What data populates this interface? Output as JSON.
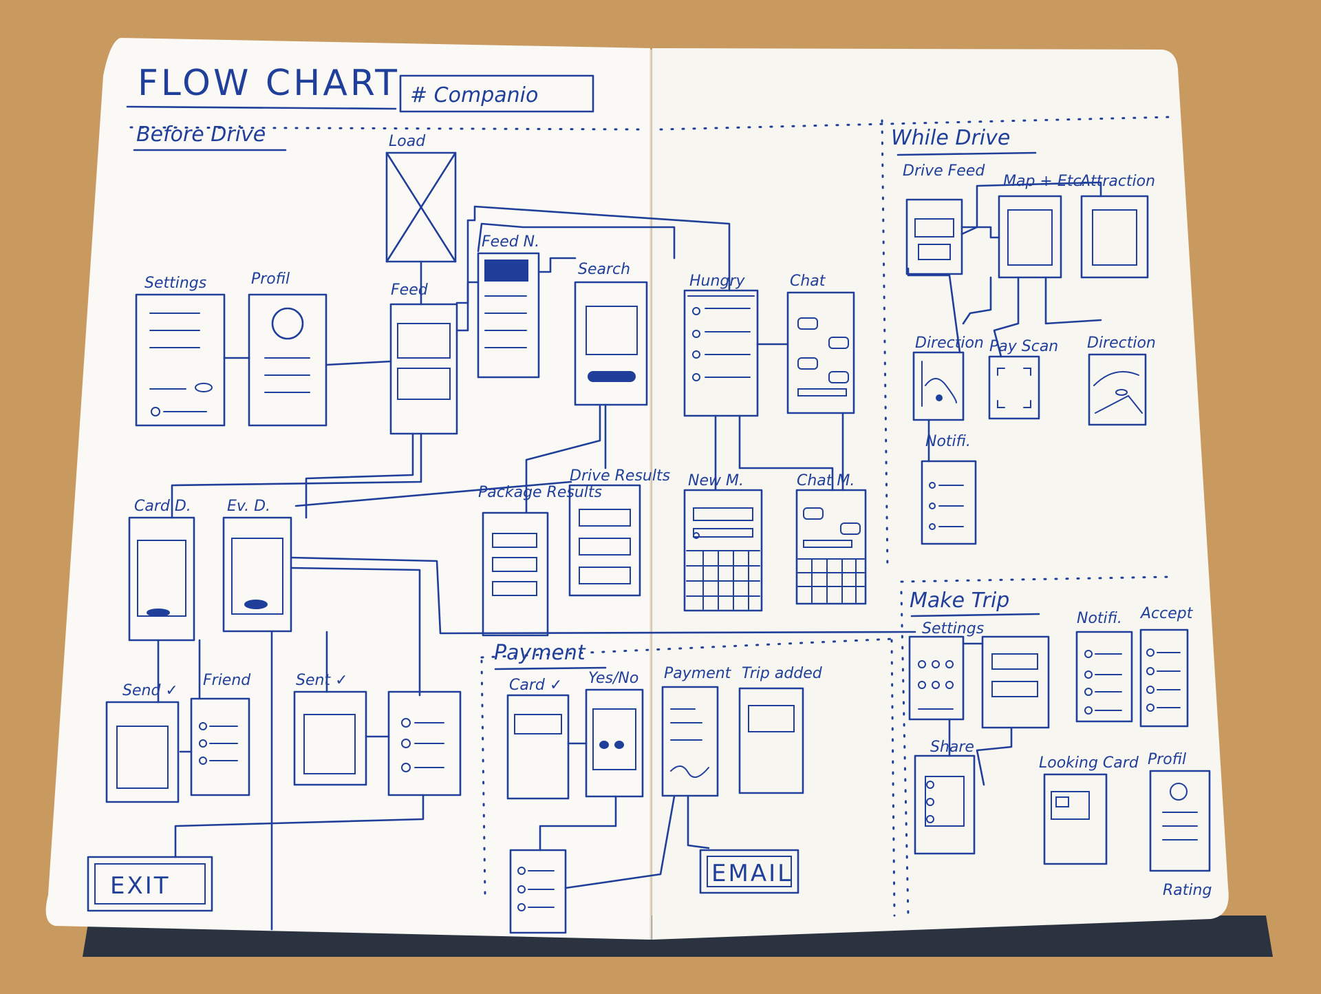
{
  "notebook": {
    "title": "FLOW CHART",
    "project": "# Companio"
  },
  "colors": {
    "ink": "#1f3f9a",
    "paper": "#fbf9f5",
    "table": "#c99a5f",
    "cover": "#2c3340"
  },
  "sections": {
    "before_drive": "Before Drive",
    "while_drive": "While Drive",
    "payment": "Payment",
    "make_trip": "Make Trip"
  },
  "screens": {
    "settings": "Settings",
    "profil": "Profil",
    "load": "Load",
    "feed": "Feed",
    "feed_n": "Feed N.",
    "search": "Search",
    "hungry": "Hungry",
    "chat": "Chat",
    "card_d": "Card D.",
    "ev_d": "Ev. D.",
    "package_results": "Package Results",
    "drive_results": "Drive Results",
    "new_m": "New M.",
    "chat_m": "Chat M.",
    "send": "Send ✓",
    "friend": "Friend",
    "sent": "Sent ✓",
    "exit": "EXIT",
    "card_check": "Card ✓",
    "yes_no": "Yes/No",
    "payment_screen": "Payment",
    "trip_added": "Trip added",
    "email": "EMAIL",
    "drive_feed": "Drive Feed",
    "map_etc": "Map + Etc.",
    "attraction": "Attraction",
    "direction_1": "Direction",
    "pay_scan": "Pay Scan",
    "direction_2": "Direction",
    "notifi_1": "Notifi.",
    "settings_trip": "Settings",
    "notifi_2": "Notifi.",
    "accept": "Accept",
    "share": "Share",
    "looking_card": "Looking Card",
    "profil_2": "Profil",
    "rating": "Rating"
  }
}
